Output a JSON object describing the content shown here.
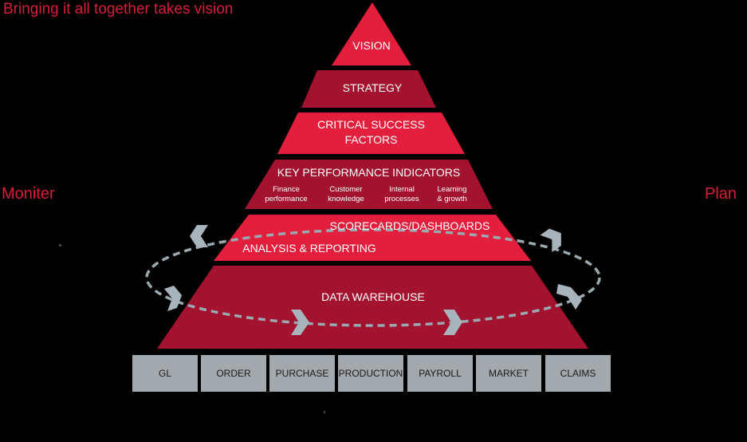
{
  "title": "Bringing it all together takes vision",
  "left_label": "Moniter",
  "right_label": "Plan",
  "levels": {
    "vision": "VISION",
    "strategy": "STRATEGY",
    "csf_line1": "CRITICAL SUCCESS",
    "csf_line2": "FACTORS",
    "kpi": "KEY PERFORMANCE INDICATORS",
    "kpi_items": [
      {
        "line1": "Finance",
        "line2": "performance"
      },
      {
        "line1": "Customer",
        "line2": "knowledge"
      },
      {
        "line1": "Internal",
        "line2": "processes"
      },
      {
        "line1": "Learning",
        "line2": "& growth"
      }
    ],
    "scorecards": "SCORECARDS/DASHBOARDS",
    "analysis": "ANALYSIS & REPORTING",
    "warehouse": "DATA WAREHOUSE"
  },
  "sources": [
    "GL",
    "ORDER",
    "PURCHASE",
    "PRODUCTION",
    "PAYROLL",
    "MARKET",
    "CLAIMS"
  ],
  "colors": {
    "bright_red": "#e31f3d",
    "dark_red": "#a3122f",
    "title_red": "#d71e3a",
    "source_gray": "#a3a8ad",
    "cycle_gray": "#9aa8b0"
  }
}
